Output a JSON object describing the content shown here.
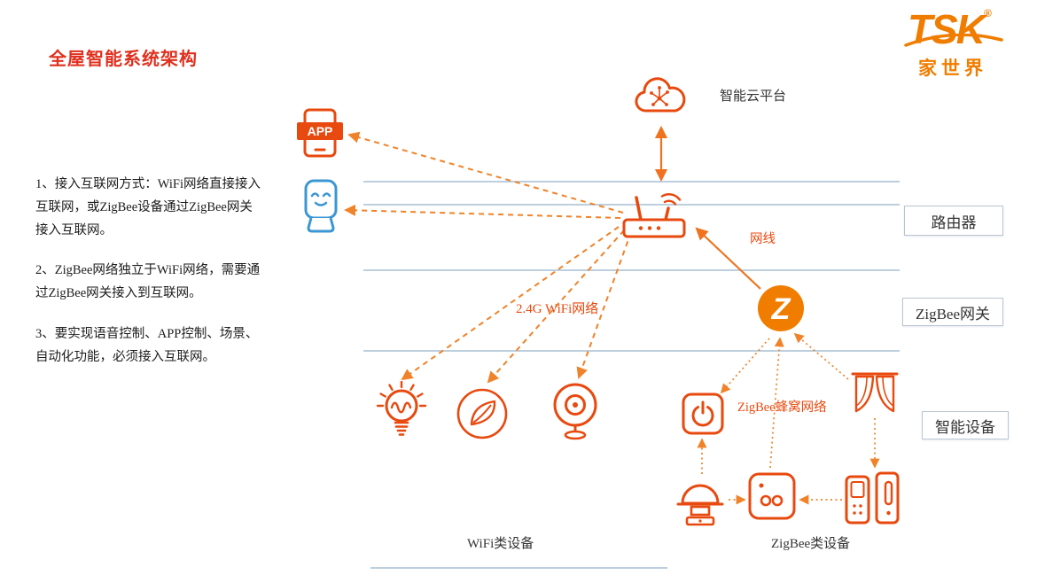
{
  "title": "全屋智能系统架构",
  "logo": {
    "text": "TSK",
    "reg": "®",
    "subtext": "家世界"
  },
  "notes": [
    "1、接入互联网方式：WiFi网络直接接入互联网，或ZigBee设备通过ZigBee网关接入互联网。",
    "2、ZigBee网络独立于WiFi网络，需要通过ZigBee网关接入到互联网。",
    "3、要实现语音控制、APP控制、场景、自动化功能，必须接入互联网。"
  ],
  "labels": {
    "cloud": "智能云平台",
    "router": "路由器",
    "zigbee_gateway": "ZigBee网关",
    "smart_devices": "智能设备",
    "cable": "网线",
    "wifi_network": "2.4G WiFi网络",
    "zigbee_network": "ZigBee蜂窝网络",
    "wifi_devices": "WiFi类设备",
    "zigbee_devices": "ZigBee类设备",
    "app": "APP",
    "zigbee_z": "Z"
  },
  "colors": {
    "accent_orange": "#E8490F",
    "arrow_orange": "#F08329",
    "solid_arrow_orange": "#F0721E",
    "zigbee_fill": "#F07D00",
    "device_blue": "#3B97D3",
    "section_line_blue": "#A7BFD4",
    "title_red": "#E0301E"
  }
}
